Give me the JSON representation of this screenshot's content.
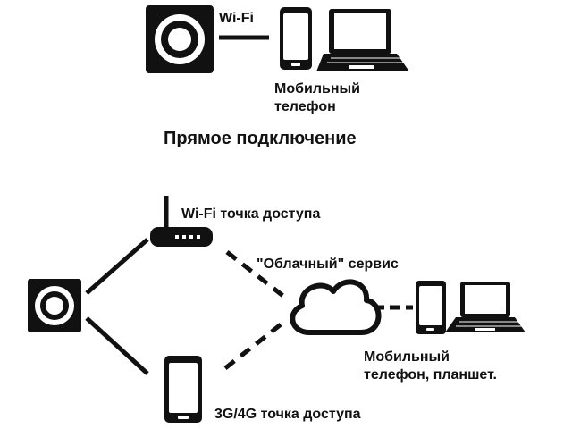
{
  "direct": {
    "wifi_label": "Wi-Fi",
    "phone_label_line1": "Мобильный",
    "phone_label_line2": "телефон",
    "title": "Прямое подключение"
  },
  "cloud_setup": {
    "wifi_ap_label": "Wi-Fi точка доступа",
    "cloud_label": "\"Облачный\" сервис",
    "devices_label_line1": "Мобильный",
    "devices_label_line2": "телефон, планшет.",
    "mobile_ap_label": "3G/4G точка доступа"
  },
  "colors": {
    "ink": "#111111",
    "background": "#ffffff"
  }
}
